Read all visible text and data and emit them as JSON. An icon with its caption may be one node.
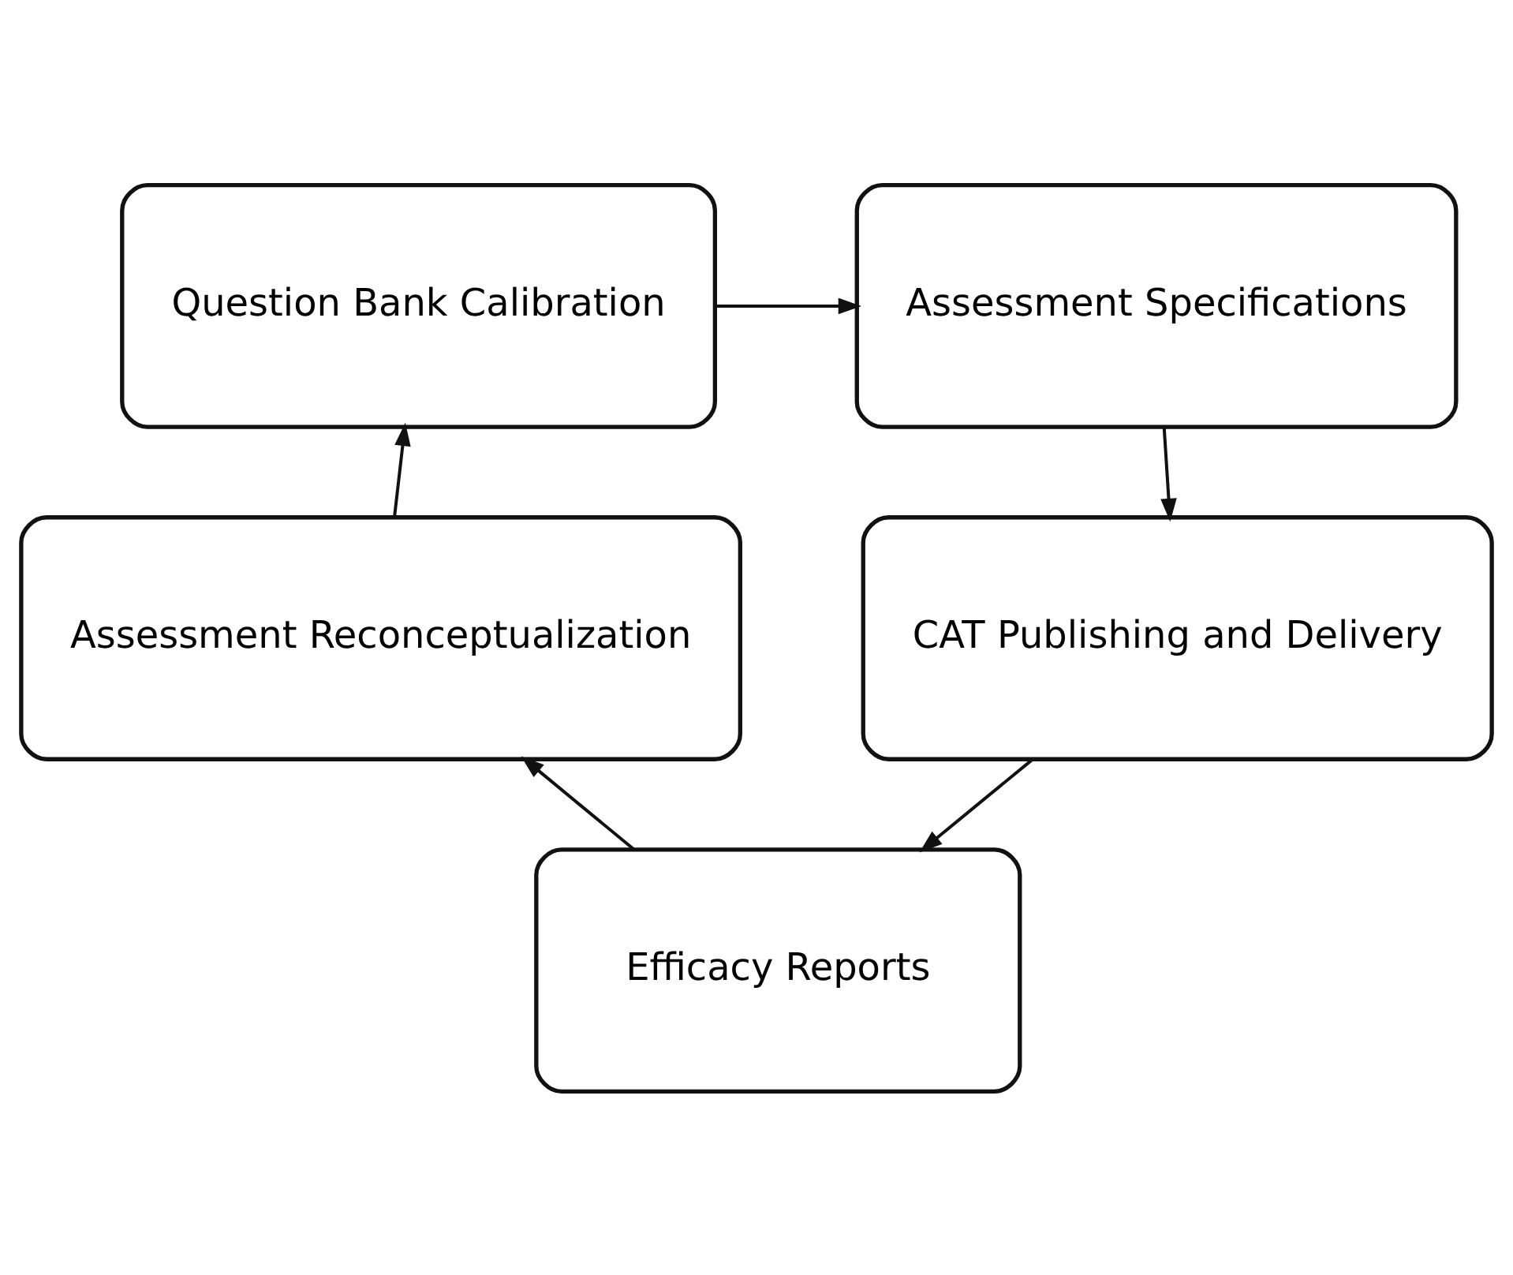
{
  "diagram": {
    "nodes": [
      {
        "text": [
          "Question Bank Calibration"
        ]
      },
      {
        "text": [
          "Assessment Specifications"
        ]
      },
      {
        "text": [
          "CAT Publishing and Delivery"
        ]
      },
      {
        "text": [
          "Efficacy Reports"
        ]
      },
      {
        "text": [
          "Assessment Reconceptualization"
        ]
      }
    ],
    "edges": [
      {
        "from": 0,
        "to": 1,
        "arrow": "to"
      },
      {
        "from": 1,
        "to": 2,
        "arrow": "to"
      },
      {
        "from": 2,
        "to": 3,
        "arrow": "to"
      },
      {
        "from": 3,
        "to": 4,
        "arrow": "to"
      },
      {
        "from": 4,
        "to": 0,
        "arrow": "to"
      }
    ]
  }
}
